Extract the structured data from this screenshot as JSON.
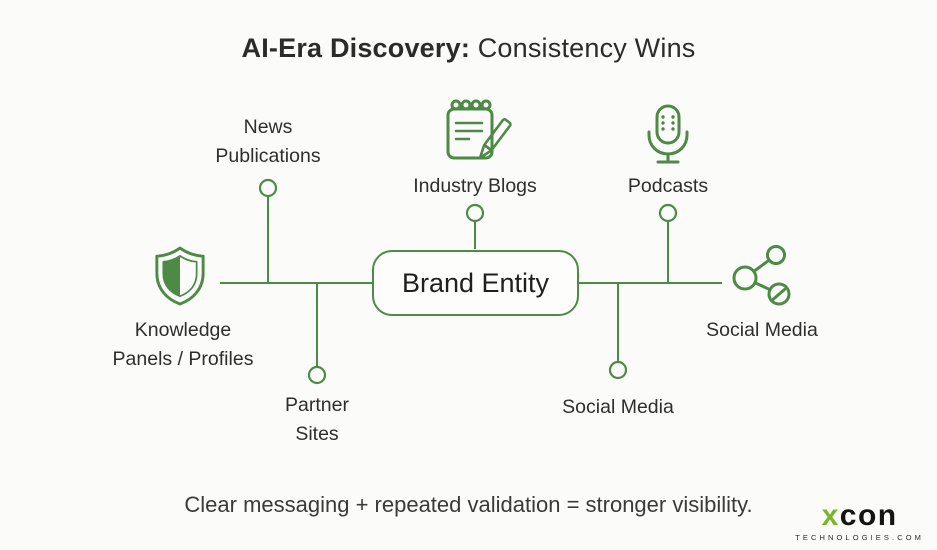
{
  "title": {
    "bold": "AI-Era Discovery:",
    "regular": " Consistency Wins"
  },
  "brand_entity": {
    "label": "Brand Entity"
  },
  "nodes": {
    "news_publications": {
      "line1": "News",
      "line2": "Publications"
    },
    "industry_blogs": {
      "label": "Industry Blogs",
      "icon": "notepad-pencil-icon"
    },
    "podcasts": {
      "label": "Podcasts",
      "icon": "microphone-icon"
    },
    "knowledge_panels": {
      "line1": "Knowledge",
      "line2": "Panels / Profiles",
      "icon": "shield-icon"
    },
    "partner_sites": {
      "line1": "Partner",
      "line2": "Sites"
    },
    "social_media_bottom": {
      "label": "Social Media"
    },
    "social_media_right": {
      "label": "Social Media",
      "icon": "share-icon"
    }
  },
  "tagline": "Clear messaging + repeated validation = stronger visibility.",
  "logo": {
    "main_x": "x",
    "main_rest": "con",
    "subtitle": "TECHNOLOGIES.COM"
  },
  "colors": {
    "diagram_green": "#4d8a46",
    "logo_green": "#7ab62c",
    "text_dark": "#2b2b2b",
    "background": "#fbfbf9"
  }
}
